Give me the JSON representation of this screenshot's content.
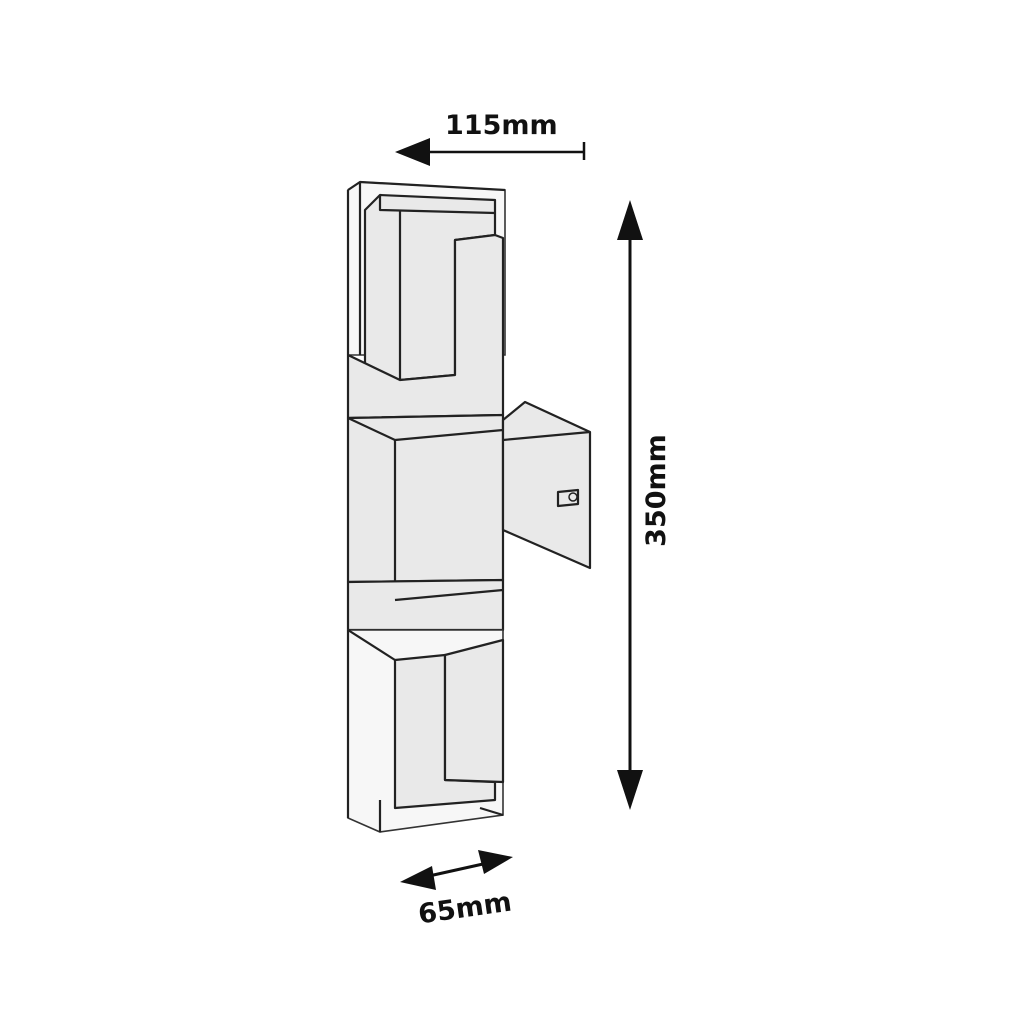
{
  "dimensions": {
    "width_label": "115mm",
    "height_label": "350mm",
    "depth_label": "65mm"
  },
  "colors": {
    "line": "#222222",
    "body": "#e9e9e9",
    "background": "#ffffff"
  }
}
